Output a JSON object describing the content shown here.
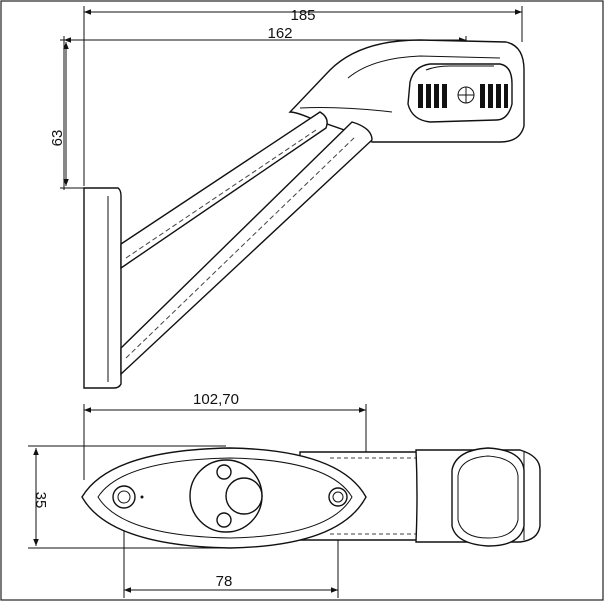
{
  "dimensions": {
    "overall_length": "185",
    "arm_length": "162",
    "height": "63",
    "base_length": "102,70",
    "base_width": "35",
    "hole_spacing": "78"
  }
}
